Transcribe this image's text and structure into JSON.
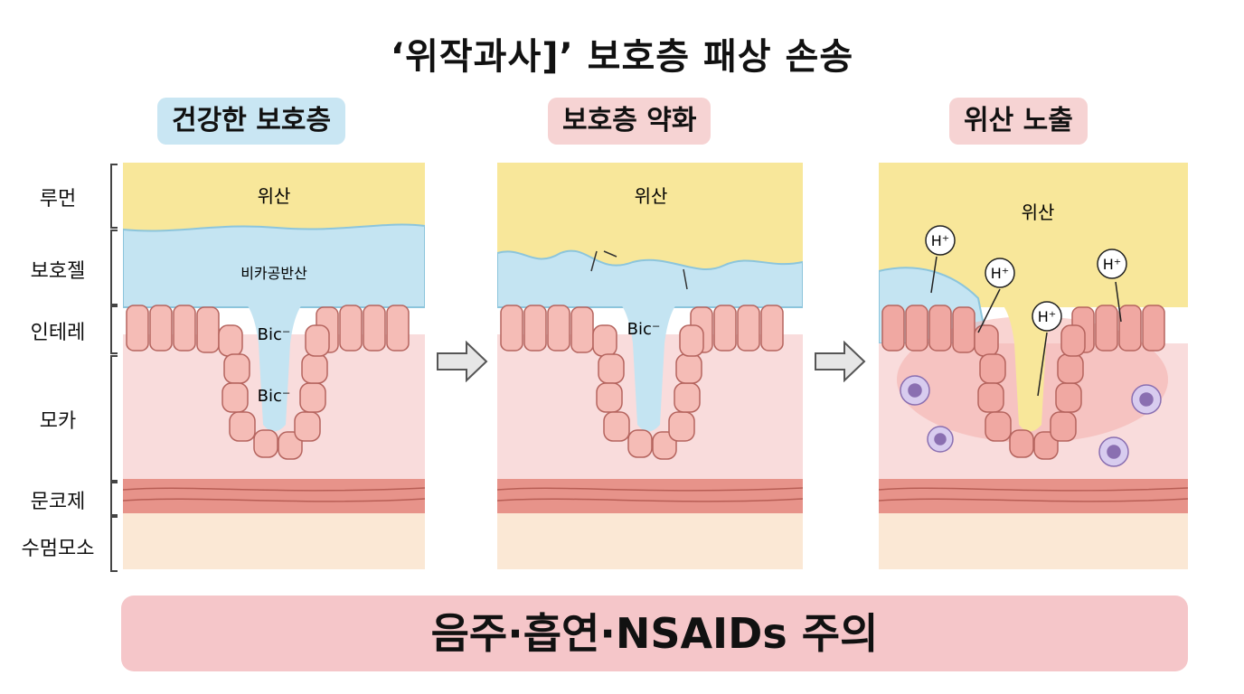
{
  "title": "‘위작과사]’ 보호층 패상 손송",
  "stages": [
    {
      "label": "건강한 보호층",
      "acid_label": "위산",
      "gel_label": "비카공반산",
      "bic_labels": [
        "Bic⁻",
        "Bic⁻"
      ]
    },
    {
      "label": "보호층 약화",
      "acid_label": "위산",
      "bic_labels": [
        "Bic⁻"
      ]
    },
    {
      "label": "위산 노출",
      "acid_label": "위산",
      "ion_label": "H⁺"
    }
  ],
  "layers": [
    "루먼",
    "보호젤",
    "인테레",
    "모카",
    "문코제",
    "수멈모소"
  ],
  "footer": "음주·흡연·NSAIDs 주의",
  "colors": {
    "acid": "#f8e79a",
    "gel": "#c4e4f2",
    "mucosa": "#f9dcdc",
    "cell": "#f5bcb6",
    "muscle": "#e7938a",
    "submucosa": "#fbe8d5",
    "badge_blue": "#c9e6f3",
    "badge_pink": "#f6d3d3",
    "footer": "#f5c6c9"
  }
}
